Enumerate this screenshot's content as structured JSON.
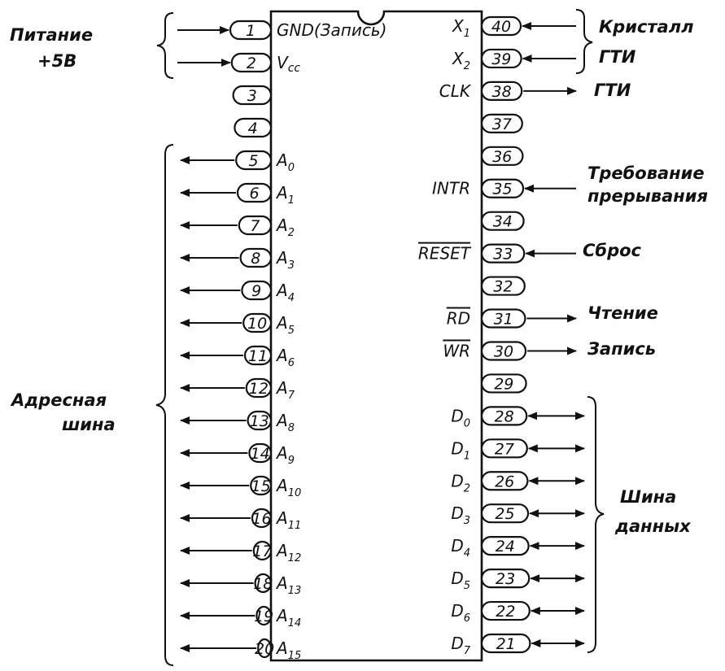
{
  "chip": {
    "left_pins": [
      {
        "num": "1",
        "signal": "GND(Запись)",
        "dir": "in"
      },
      {
        "num": "2",
        "signal": "Vcc",
        "dir": "in"
      },
      {
        "num": "3",
        "signal": "",
        "dir": "none"
      },
      {
        "num": "4",
        "signal": "",
        "dir": "none"
      },
      {
        "num": "5",
        "signal": "A0",
        "dir": "out"
      },
      {
        "num": "6",
        "signal": "A1",
        "dir": "out"
      },
      {
        "num": "7",
        "signal": "A2",
        "dir": "out"
      },
      {
        "num": "8",
        "signal": "A3",
        "dir": "out"
      },
      {
        "num": "9",
        "signal": "A4",
        "dir": "out"
      },
      {
        "num": "10",
        "signal": "A5",
        "dir": "out"
      },
      {
        "num": "11",
        "signal": "A6",
        "dir": "out"
      },
      {
        "num": "12",
        "signal": "A7",
        "dir": "out"
      },
      {
        "num": "13",
        "signal": "A8",
        "dir": "out"
      },
      {
        "num": "14",
        "signal": "A9",
        "dir": "out"
      },
      {
        "num": "15",
        "signal": "A10",
        "dir": "out"
      },
      {
        "num": "16",
        "signal": "A11",
        "dir": "out"
      },
      {
        "num": "17",
        "signal": "A12",
        "dir": "out"
      },
      {
        "num": "18",
        "signal": "A13",
        "dir": "out"
      },
      {
        "num": "19",
        "signal": "A14",
        "dir": "out"
      },
      {
        "num": "20",
        "signal": "A15",
        "dir": "out"
      }
    ],
    "right_pins": [
      {
        "num": "40",
        "signal": "X1",
        "dir": "in"
      },
      {
        "num": "39",
        "signal": "X2",
        "dir": "in"
      },
      {
        "num": "38",
        "signal": "CLK",
        "dir": "out"
      },
      {
        "num": "37",
        "signal": "",
        "dir": "none"
      },
      {
        "num": "36",
        "signal": "",
        "dir": "none"
      },
      {
        "num": "35",
        "signal": "INTR",
        "dir": "in"
      },
      {
        "num": "34",
        "signal": "",
        "dir": "none"
      },
      {
        "num": "33",
        "signal": "RESET",
        "dir": "in",
        "overline": true
      },
      {
        "num": "32",
        "signal": "",
        "dir": "none"
      },
      {
        "num": "31",
        "signal": "RD",
        "dir": "out",
        "overline": true
      },
      {
        "num": "30",
        "signal": "WR",
        "dir": "out",
        "overline": true
      },
      {
        "num": "29",
        "signal": "",
        "dir": "none"
      },
      {
        "num": "28",
        "signal": "D0",
        "dir": "both"
      },
      {
        "num": "27",
        "signal": "D1",
        "dir": "both"
      },
      {
        "num": "26",
        "signal": "D2",
        "dir": "both"
      },
      {
        "num": "25",
        "signal": "D3",
        "dir": "both"
      },
      {
        "num": "24",
        "signal": "D4",
        "dir": "both"
      },
      {
        "num": "23",
        "signal": "D5",
        "dir": "both"
      },
      {
        "num": "22",
        "signal": "D6",
        "dir": "both"
      },
      {
        "num": "21",
        "signal": "D7",
        "dir": "both"
      }
    ]
  },
  "labels": {
    "power_line1": "Питание",
    "power_line2": "+5В",
    "address_bus_line1": "Адресная",
    "address_bus_line2": "шина",
    "crystal": "Кристалл",
    "gti_in": "ГТИ",
    "gti_out": "ГТИ",
    "interrupt_line1": "Требование",
    "interrupt_line2": "прерывания",
    "reset": "Сброс",
    "read": "Чтение",
    "write": "Запись",
    "data_bus_line1": "Шина",
    "data_bus_line2": "данных"
  }
}
